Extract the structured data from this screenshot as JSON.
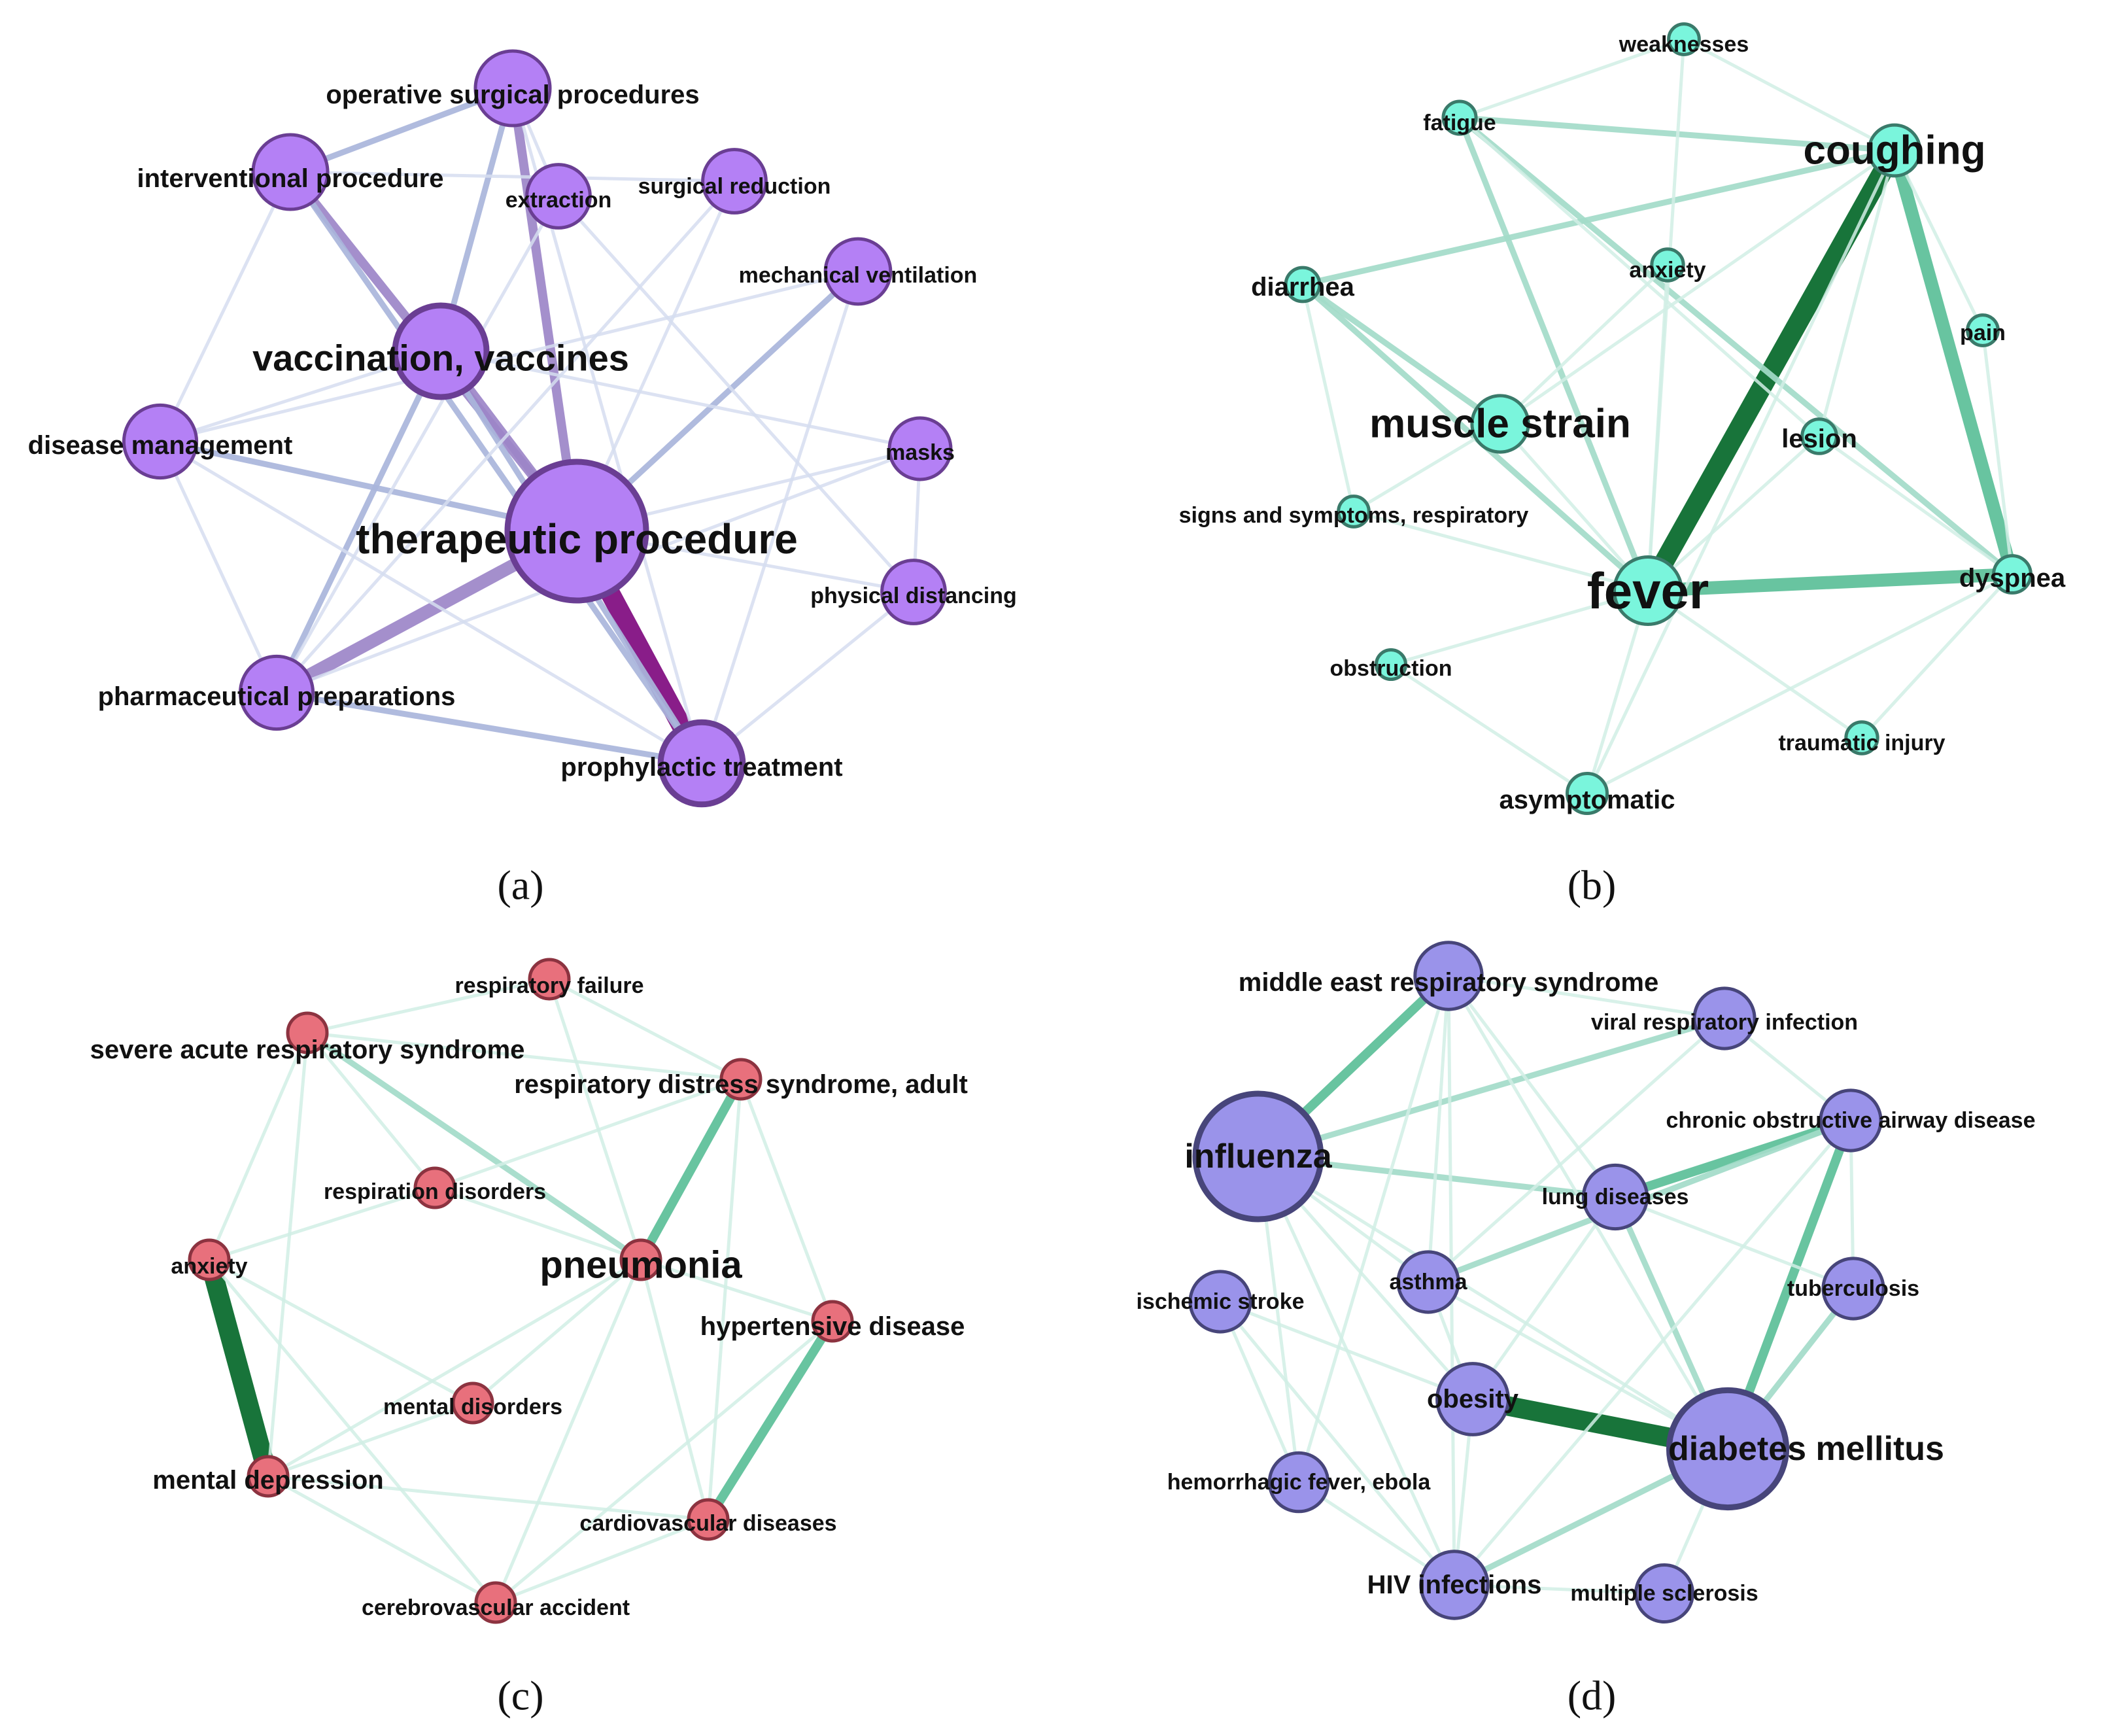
{
  "panels": [
    {
      "id": "a",
      "caption": "(a)",
      "palette": {
        "node_fill": "#b480f5",
        "node_stroke": "#6a3e93",
        "edge_light": "#d6def0",
        "edge_mid": "#aab6dc",
        "edge_strong": "#9d86c8",
        "edge_strongest": "#7f0a7f"
      },
      "nodes": [
        {
          "id": "operative",
          "label": "operative surgical procedures",
          "weight": 0.32,
          "label_size": "m"
        },
        {
          "id": "interventional",
          "label": "interventional procedure",
          "weight": 0.32,
          "label_size": "m"
        },
        {
          "id": "extraction",
          "label": "extraction",
          "weight": 0.2,
          "label_size": "s"
        },
        {
          "id": "surgical_red",
          "label": "surgical reduction",
          "weight": 0.2,
          "label_size": "s"
        },
        {
          "id": "mech_vent",
          "label": "mechanical ventilation",
          "weight": 0.22,
          "label_size": "s"
        },
        {
          "id": "vaccination",
          "label": "vaccination, vaccines",
          "weight": 0.5,
          "label_size": "l"
        },
        {
          "id": "disease_mgmt",
          "label": "disease management",
          "weight": 0.3,
          "label_size": "m"
        },
        {
          "id": "masks",
          "label": "masks",
          "weight": 0.18,
          "label_size": "s"
        },
        {
          "id": "therapeutic",
          "label": "therapeutic procedure",
          "weight": 1.0,
          "label_size": "xl"
        },
        {
          "id": "phys_dist",
          "label": "physical distancing",
          "weight": 0.2,
          "label_size": "s"
        },
        {
          "id": "pharma",
          "label": "pharmaceutical preparations",
          "weight": 0.3,
          "label_size": "m"
        },
        {
          "id": "prophylactic",
          "label": "prophylactic treatment",
          "weight": 0.4,
          "label_size": "m"
        }
      ],
      "edges": [
        [
          "therapeutic",
          "prophylactic",
          5
        ],
        [
          "therapeutic",
          "pharma",
          4
        ],
        [
          "therapeutic",
          "vaccination",
          3
        ],
        [
          "therapeutic",
          "operative",
          3
        ],
        [
          "therapeutic",
          "interventional",
          3
        ],
        [
          "therapeutic",
          "disease_mgmt",
          2
        ],
        [
          "therapeutic",
          "mech_vent",
          2
        ],
        [
          "operative",
          "interventional",
          2
        ],
        [
          "operative",
          "vaccination",
          2
        ],
        [
          "operative",
          "extraction",
          1
        ],
        [
          "interventional",
          "prophylactic",
          2
        ],
        [
          "vaccination",
          "prophylactic",
          2
        ],
        [
          "vaccination",
          "pharma",
          2
        ],
        [
          "pharma",
          "prophylactic",
          2
        ],
        [
          "disease_mgmt",
          "pharma",
          1
        ],
        [
          "disease_mgmt",
          "interventional",
          1
        ],
        [
          "masks",
          "phys_dist",
          1
        ],
        [
          "therapeutic",
          "surgical_red",
          1
        ],
        [
          "therapeutic",
          "masks",
          1
        ],
        [
          "therapeutic",
          "phys_dist",
          1
        ],
        [
          "prophylactic",
          "phys_dist",
          1
        ],
        [
          "vaccination",
          "disease_mgmt",
          1
        ],
        [
          "surgical_red",
          "interventional",
          1
        ],
        [
          "extraction",
          "pharma",
          1
        ],
        [
          "mech_vent",
          "prophylactic",
          1
        ],
        [
          "surgical_red",
          "pharma",
          1
        ],
        [
          "disease_mgmt",
          "prophylactic",
          1
        ],
        [
          "masks",
          "pharma",
          1
        ],
        [
          "mech_vent",
          "disease_mgmt",
          1
        ],
        [
          "operative",
          "prophylactic",
          1
        ],
        [
          "extraction",
          "phys_dist",
          1
        ],
        [
          "vaccination",
          "masks",
          1
        ]
      ]
    },
    {
      "id": "b",
      "caption": "(b)",
      "palette": {
        "node_fill": "#7af5dc",
        "node_stroke": "#3a7a6a",
        "edge_light": "#d2efe6",
        "edge_mid": "#a3dcc9",
        "edge_strong": "#5cbf99",
        "edge_strongest": "#05692a"
      },
      "nodes": [
        {
          "id": "weaknesses",
          "label": "weaknesses",
          "weight": 0.08,
          "label_size": "s"
        },
        {
          "id": "fatigue",
          "label": "fatigue",
          "weight": 0.12,
          "label_size": "s"
        },
        {
          "id": "coughing",
          "label": "coughing",
          "weight": 0.45,
          "label_size": "l"
        },
        {
          "id": "diarrhea",
          "label": "diarrhea",
          "weight": 0.14,
          "label_size": "m"
        },
        {
          "id": "anxiety_b",
          "label": "anxiety",
          "weight": 0.1,
          "label_size": "s"
        },
        {
          "id": "pain",
          "label": "pain",
          "weight": 0.08,
          "label_size": "s"
        },
        {
          "id": "muscle",
          "label": "muscle strain",
          "weight": 0.55,
          "label_size": "l"
        },
        {
          "id": "lesion",
          "label": "lesion",
          "weight": 0.15,
          "label_size": "m"
        },
        {
          "id": "signs",
          "label": "signs and symptoms, respiratory",
          "weight": 0.08,
          "label_size": "s"
        },
        {
          "id": "fever",
          "label": "fever",
          "weight": 0.75,
          "label_size": "xl"
        },
        {
          "id": "dyspnea",
          "label": "dyspnea",
          "weight": 0.2,
          "label_size": "m"
        },
        {
          "id": "obstruction",
          "label": "obstruction",
          "weight": 0.06,
          "label_size": "s"
        },
        {
          "id": "traumatic",
          "label": "traumatic injury",
          "weight": 0.1,
          "label_size": "s"
        },
        {
          "id": "asymptomatic",
          "label": "asymptomatic",
          "weight": 0.25,
          "label_size": "m"
        }
      ],
      "edges": [
        [
          "fever",
          "coughing",
          5
        ],
        [
          "fever",
          "dyspnea",
          4
        ],
        [
          "coughing",
          "dyspnea",
          4
        ],
        [
          "fever",
          "fatigue",
          2
        ],
        [
          "coughing",
          "fatigue",
          2
        ],
        [
          "coughing",
          "diarrhea",
          2
        ],
        [
          "fever",
          "diarrhea",
          2
        ],
        [
          "muscle",
          "diarrhea",
          2
        ],
        [
          "fatigue",
          "dyspnea",
          2
        ],
        [
          "fever",
          "muscle",
          1
        ],
        [
          "fever",
          "asymptomatic",
          1
        ],
        [
          "fever",
          "lesion",
          1
        ],
        [
          "coughing",
          "muscle",
          1
        ],
        [
          "coughing",
          "lesion",
          1
        ],
        [
          "fever",
          "anxiety_b",
          1
        ],
        [
          "fever",
          "signs",
          1
        ],
        [
          "fever",
          "obstruction",
          1
        ],
        [
          "fever",
          "traumatic",
          1
        ],
        [
          "coughing",
          "pain",
          1
        ],
        [
          "fatigue",
          "weaknesses",
          1
        ],
        [
          "weaknesses",
          "coughing",
          1
        ],
        [
          "muscle",
          "signs",
          1
        ],
        [
          "asymptomatic",
          "dyspnea",
          1
        ],
        [
          "lesion",
          "dyspnea",
          1
        ],
        [
          "traumatic",
          "dyspnea",
          1
        ],
        [
          "pain",
          "dyspnea",
          1
        ],
        [
          "anxiety_b",
          "muscle",
          1
        ],
        [
          "diarrhea",
          "signs",
          1
        ],
        [
          "obstruction",
          "asymptomatic",
          1
        ],
        [
          "coughing",
          "asymptomatic",
          1
        ],
        [
          "fatigue",
          "lesion",
          1
        ],
        [
          "weaknesses",
          "fever",
          1
        ]
      ]
    },
    {
      "id": "c",
      "caption": "(c)",
      "palette": {
        "node_fill": "#e8707c",
        "node_stroke": "#8c3340",
        "edge_light": "#d2efe6",
        "edge_mid": "#a3dcc9",
        "edge_strong": "#5cbf99",
        "edge_strongest": "#05692a"
      },
      "nodes": [
        {
          "id": "resp_fail",
          "label": "respiratory failure",
          "weight": 0.12,
          "label_size": "s"
        },
        {
          "id": "sars",
          "label": "severe acute respiratory syndrome",
          "weight": 0.14,
          "label_size": "m"
        },
        {
          "id": "ards",
          "label": "respiratory distress syndrome, adult",
          "weight": 0.14,
          "label_size": "m"
        },
        {
          "id": "resp_dis",
          "label": "respiration disorders",
          "weight": 0.12,
          "label_size": "s"
        },
        {
          "id": "anxiety_c",
          "label": "anxiety",
          "weight": 0.12,
          "label_size": "s"
        },
        {
          "id": "pneumonia",
          "label": "pneumonia",
          "weight": 0.16,
          "label_size": "l"
        },
        {
          "id": "hypertensive",
          "label": "hypertensive disease",
          "weight": 0.14,
          "label_size": "m"
        },
        {
          "id": "mental_dis",
          "label": "mental disorders",
          "weight": 0.12,
          "label_size": "s"
        },
        {
          "id": "depression",
          "label": "mental depression",
          "weight": 0.14,
          "label_size": "m"
        },
        {
          "id": "cardio",
          "label": "cardiovascular diseases",
          "weight": 0.14,
          "label_size": "s"
        },
        {
          "id": "cerebro",
          "label": "cerebrovascular accident",
          "weight": 0.12,
          "label_size": "s"
        }
      ],
      "edges": [
        [
          "anxiety_c",
          "depression",
          5
        ],
        [
          "hypertensive",
          "cardio",
          3
        ],
        [
          "pneumonia",
          "ards",
          3
        ],
        [
          "sars",
          "pneumonia",
          2
        ],
        [
          "resp_fail",
          "ards",
          1
        ],
        [
          "resp_fail",
          "sars",
          1
        ],
        [
          "resp_dis",
          "pneumonia",
          1
        ],
        [
          "anxiety_c",
          "mental_dis",
          1
        ],
        [
          "depression",
          "mental_dis",
          1
        ],
        [
          "pneumonia",
          "hypertensive",
          1
        ],
        [
          "pneumonia",
          "cardio",
          1
        ],
        [
          "ards",
          "hypertensive",
          1
        ],
        [
          "sars",
          "ards",
          1
        ],
        [
          "cerebro",
          "cardio",
          1
        ],
        [
          "cerebro",
          "depression",
          1
        ],
        [
          "cerebro",
          "hypertensive",
          1
        ],
        [
          "anxiety_c",
          "sars",
          1
        ],
        [
          "anxiety_c",
          "cerebro",
          1
        ],
        [
          "resp_dis",
          "sars",
          1
        ],
        [
          "pneumonia",
          "depression",
          1
        ],
        [
          "mental_dis",
          "pneumonia",
          1
        ],
        [
          "resp_fail",
          "pneumonia",
          1
        ],
        [
          "resp_dis",
          "anxiety_c",
          1
        ],
        [
          "depression",
          "cardio",
          1
        ],
        [
          "ards",
          "resp_dis",
          1
        ],
        [
          "cerebro",
          "pneumonia",
          1
        ],
        [
          "sars",
          "depression",
          1
        ],
        [
          "ards",
          "cardio",
          1
        ]
      ]
    },
    {
      "id": "d",
      "caption": "(d)",
      "palette": {
        "node_fill": "#9a93ea",
        "node_stroke": "#47457a",
        "edge_light": "#d2efe6",
        "edge_mid": "#a3dcc9",
        "edge_strong": "#5cbf99",
        "edge_strongest": "#05692a"
      },
      "nodes": [
        {
          "id": "mers",
          "label": "middle east respiratory syndrome",
          "weight": 0.3,
          "label_size": "m"
        },
        {
          "id": "viral",
          "label": "viral respiratory infection",
          "weight": 0.22,
          "label_size": "s"
        },
        {
          "id": "copd",
          "label": "chronic obstructive airway disease",
          "weight": 0.22,
          "label_size": "s"
        },
        {
          "id": "influenza",
          "label": "influenza",
          "weight": 1.0,
          "label_size": "l"
        },
        {
          "id": "lung",
          "label": "lung diseases",
          "weight": 0.26,
          "label_size": "s"
        },
        {
          "id": "asthma",
          "label": "asthma",
          "weight": 0.22,
          "label_size": "s"
        },
        {
          "id": "ischemic",
          "label": "ischemic stroke",
          "weight": 0.22,
          "label_size": "s"
        },
        {
          "id": "tuberculosis",
          "label": "tuberculosis",
          "weight": 0.22,
          "label_size": "s"
        },
        {
          "id": "obesity",
          "label": "obesity",
          "weight": 0.35,
          "label_size": "m"
        },
        {
          "id": "diabetes",
          "label": "diabetes mellitus",
          "weight": 0.9,
          "label_size": "l"
        },
        {
          "id": "ebola",
          "label": "hemorrhagic fever, ebola",
          "weight": 0.2,
          "label_size": "s"
        },
        {
          "id": "hiv",
          "label": "HIV infections",
          "weight": 0.3,
          "label_size": "m"
        },
        {
          "id": "ms",
          "label": "multiple sclerosis",
          "weight": 0.18,
          "label_size": "s"
        }
      ],
      "edges": [
        [
          "obesity",
          "diabetes",
          5
        ],
        [
          "copd",
          "diabetes",
          3
        ],
        [
          "lung",
          "copd",
          3
        ],
        [
          "influenza",
          "mers",
          3
        ],
        [
          "influenza",
          "viral",
          2
        ],
        [
          "influenza",
          "lung",
          2
        ],
        [
          "diabetes",
          "hiv",
          2
        ],
        [
          "asthma",
          "copd",
          2
        ],
        [
          "diabetes",
          "tuberculosis",
          2
        ],
        [
          "lung",
          "diabetes",
          2
        ],
        [
          "influenza",
          "asthma",
          1
        ],
        [
          "influenza",
          "obesity",
          1
        ],
        [
          "influenza",
          "diabetes",
          1
        ],
        [
          "influenza",
          "ebola",
          1
        ],
        [
          "influenza",
          "hiv",
          1
        ],
        [
          "mers",
          "viral",
          1
        ],
        [
          "mers",
          "lung",
          1
        ],
        [
          "mers",
          "asthma",
          1
        ],
        [
          "mers",
          "diabetes",
          1
        ],
        [
          "mers",
          "ebola",
          1
        ],
        [
          "viral",
          "copd",
          1
        ],
        [
          "viral",
          "asthma",
          1
        ],
        [
          "asthma",
          "obesity",
          1
        ],
        [
          "asthma",
          "diabetes",
          1
        ],
        [
          "ischemic",
          "obesity",
          1
        ],
        [
          "ischemic",
          "ebola",
          1
        ],
        [
          "ischemic",
          "hiv",
          1
        ],
        [
          "hiv",
          "obesity",
          1
        ],
        [
          "hiv",
          "ms",
          1
        ],
        [
          "ms",
          "diabetes",
          1
        ],
        [
          "copd",
          "tuberculosis",
          1
        ],
        [
          "lung",
          "obesity",
          1
        ],
        [
          "copd",
          "hiv",
          1
        ],
        [
          "tuberculosis",
          "lung",
          1
        ],
        [
          "ebola",
          "hiv",
          1
        ],
        [
          "mers",
          "hiv",
          1
        ]
      ]
    }
  ]
}
